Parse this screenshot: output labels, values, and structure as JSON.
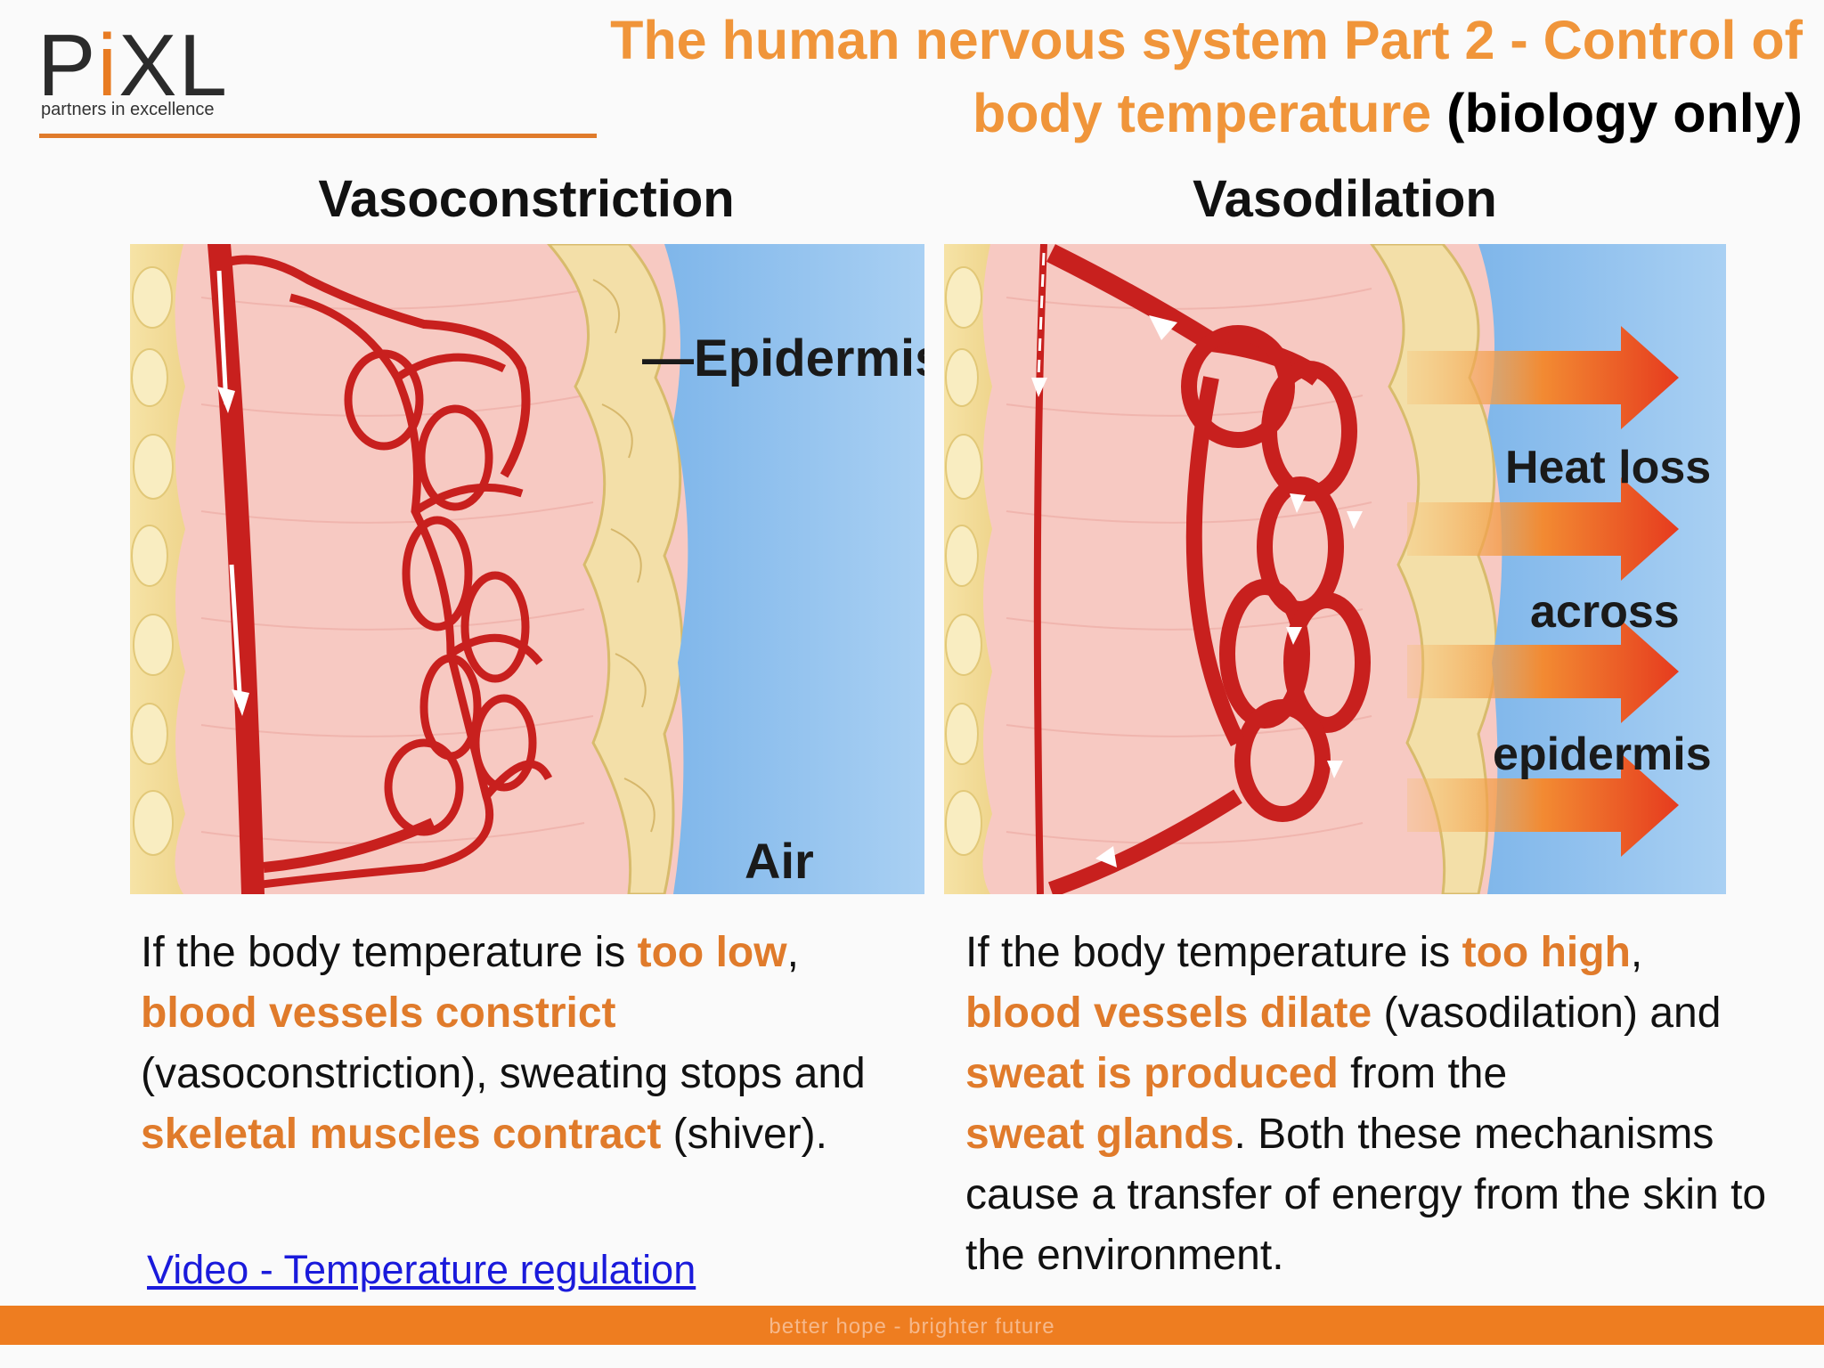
{
  "logo": {
    "word_pre": "P",
    "word_i": "i",
    "word_post": "XL",
    "tagline": "partners in excellence"
  },
  "title": {
    "orange": "The human nervous system Part 2 - Control of body temperature",
    "black": "(biology only)"
  },
  "columns": {
    "left": {
      "heading": "Vasoconstriction",
      "labels": {
        "epidermis": "—Epidermis",
        "air": "Air"
      },
      "text": {
        "p1": "If the body temperature is ",
        "h1": "too low",
        "p2": ",",
        "h2": "blood vessels constrict",
        "p3": " (vasoconstriction), sweating stops and ",
        "h3": "skeletal muscles contract",
        "p4": " (shiver)."
      },
      "link": "Video - Temperature regulation"
    },
    "right": {
      "heading": "Vasodilation",
      "labels": {
        "line1": "Heat loss",
        "line2": "across",
        "line3": "epidermis"
      },
      "text": {
        "p1": "If the body temperature is ",
        "h1": "too high",
        "p2": ",",
        "h2": "blood vessels dilate",
        "p3": " (vasodilation) and ",
        "h3": "sweat is produced",
        "p4": " from the ",
        "h4": "sweat glands",
        "p5": ". Both these mechanisms cause a transfer of energy from the skin to the environment."
      }
    }
  },
  "footer": {
    "text": "better hope  -  brighter future"
  },
  "colors": {
    "accent": "#e07b2b",
    "title": "#f0953a",
    "link": "#1a1adb",
    "vessel": "#c8201e",
    "skin": "#f7c8c0",
    "air": "#8fc0ec"
  }
}
